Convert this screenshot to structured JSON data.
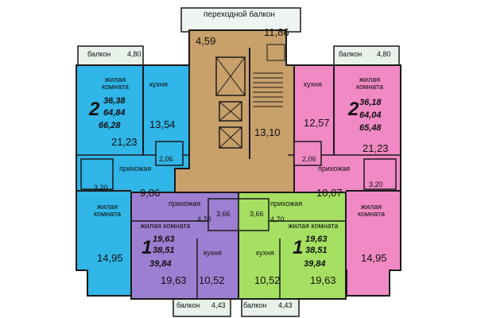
{
  "colors": {
    "blue": "#30b6e8",
    "pink": "#f089c4",
    "purple": "#9d7fd2",
    "green": "#a6e062",
    "tan": "#c8a06a",
    "balcony": "#e8f1ea",
    "wall": "#1a1a1a"
  },
  "top": {
    "transit_balcony": "переходной балкон",
    "lobby_area": "4,59",
    "balcony_area": "11,86",
    "stair_area": "13,10"
  },
  "apt_left": {
    "balcony": "балкон",
    "balcony_area": "4,80",
    "living_label": "жилая комната",
    "rooms": "2",
    "areas": [
      "36,38",
      "64,84",
      "66,28"
    ],
    "living_area": "21,23",
    "kitchen_label": "кухня",
    "kitchen_area": "13,54",
    "hall_label": "прихожая",
    "hall_area": "9,86",
    "bath_area": "2,06",
    "wc_area": "3,20",
    "living2_label": "жилая комната",
    "living2_area": "14,95"
  },
  "apt_right": {
    "balcony": "балкон",
    "balcony_area": "4,80",
    "living_label": "жилая комната",
    "rooms": "2",
    "areas": [
      "36,18",
      "64,04",
      "65,48"
    ],
    "living_area": "21,23",
    "kitchen_label": "кухня",
    "kitchen_area": "12,57",
    "hall_label": "прихожая",
    "hall_area": "10,07",
    "bath_area": "2,06",
    "wc_area": "3,20",
    "living2_label": "жилая комната",
    "living2_area": "14,95"
  },
  "apt_purple": {
    "hall_label": "прихожая",
    "bath_area": "4,70",
    "wc_area": "3,66",
    "living_label": "жилая комната",
    "rooms": "1",
    "areas": [
      "19,63",
      "38,51",
      "39,84"
    ],
    "kitchen_label": "кухня",
    "living_area": "19,63",
    "kitchen_area": "10,52",
    "balcony": "балкон",
    "balcony_area": "4,43"
  },
  "apt_green": {
    "hall_label": "прихожая",
    "bath_area": "4,70",
    "wc_area": "3,66",
    "living_label": "жилая комната",
    "rooms": "1",
    "areas": [
      "19,63",
      "38,51",
      "39,84"
    ],
    "kitchen_label": "кухня",
    "living_area": "19,63",
    "kitchen_area": "10,52",
    "balcony": "балкон",
    "balcony_area": "4,43"
  }
}
